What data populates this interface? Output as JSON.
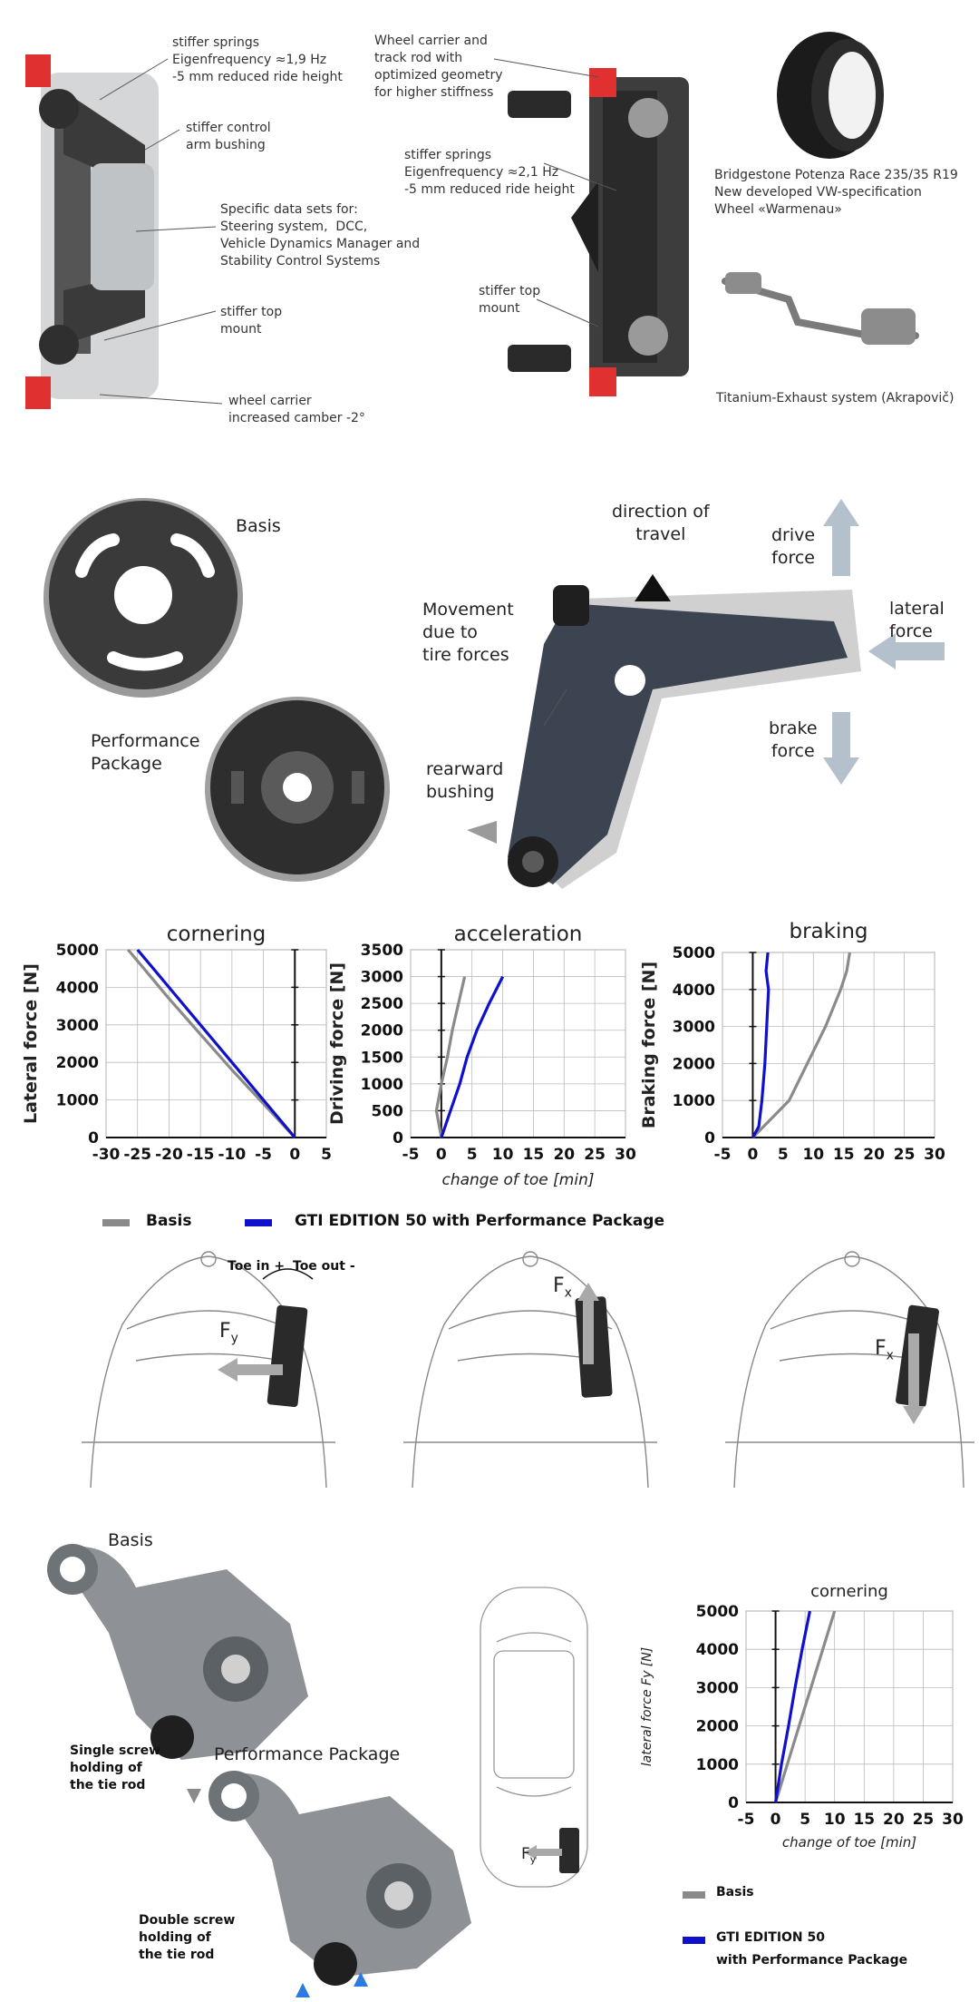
{
  "section1": {
    "front_axle": {
      "labels": [
        "stiffer springs\nEigenfrequency ≈1,9 Hz\n-5 mm reduced ride height",
        "stiffer control\narm bushing",
        "Specific data sets for:\nSteering system,  DCC,\nVehicle Dynamics Manager and\nStability Control Systems",
        "stiffer top\nmount",
        "wheel carrier\nincreased camber -2°"
      ]
    },
    "rear_axle": {
      "labels": [
        "Wheel carrier and\ntrack rod with\noptimized geometry\nfor higher stiffness",
        "stiffer springs\nEigenfrequency ≈2,1 Hz\n-5 mm reduced ride height",
        "stiffer top\nmount"
      ]
    },
    "tire_caption": "Bridgestone Potenza Race 235/35 R19\nNew developed VW-specification\nWheel «Warmenau»",
    "exhaust_caption": "Titanium-Exhaust system (Akrapovič)"
  },
  "section2": {
    "bushing_basis": "Basis",
    "bushing_perf": "Performance\nPackage",
    "direction": "direction of\ntravel",
    "drive_force": "drive\nforce",
    "lateral_force": "lateral\nforce",
    "brake_force": "brake\nforce",
    "movement": "Movement\ndue to\ntire forces",
    "rearward_bushing": "rearward\nbushing"
  },
  "chart_data": [
    {
      "type": "line",
      "title": "cornering",
      "xlabel": "",
      "ylabel": "Lateral force [N]",
      "xlim": [
        -30,
        5
      ],
      "ylim": [
        0,
        5000
      ],
      "xticks": [
        -30,
        -25,
        -20,
        -15,
        -10,
        -5,
        0,
        5
      ],
      "yticks": [
        0,
        1000,
        2000,
        3000,
        4000,
        5000
      ],
      "series": [
        {
          "name": "Basis",
          "color": "#8a8a8a",
          "points": [
            [
              0,
              0
            ],
            [
              -5,
              900
            ],
            [
              -10,
              1800
            ],
            [
              -15,
              2750
            ],
            [
              -20,
              3700
            ],
            [
              -24,
              4500
            ],
            [
              -26.5,
              5000
            ]
          ]
        },
        {
          "name": "GTI EDITION 50 with Performance Package",
          "color": "#1010cc",
          "points": [
            [
              0,
              0
            ],
            [
              -5,
              1000
            ],
            [
              -10,
              2000
            ],
            [
              -15,
              3000
            ],
            [
              -20,
              4000
            ],
            [
              -22.5,
              4500
            ],
            [
              -25,
              5000
            ]
          ]
        }
      ]
    },
    {
      "type": "line",
      "title": "acceleration",
      "xlabel": "change of toe [min]",
      "ylabel": "Driving force [N]",
      "xlim": [
        -5,
        30
      ],
      "ylim": [
        0,
        3500
      ],
      "xticks": [
        -5,
        0,
        5,
        10,
        15,
        20,
        25,
        30
      ],
      "yticks": [
        0,
        500,
        1000,
        1500,
        2000,
        2500,
        3000,
        3500
      ],
      "series": [
        {
          "name": "Basis",
          "color": "#8a8a8a",
          "points": [
            [
              0,
              0
            ],
            [
              -0.8,
              500
            ],
            [
              0,
              1000
            ],
            [
              1,
              1500
            ],
            [
              1.8,
              2000
            ],
            [
              2.8,
              2500
            ],
            [
              3.8,
              3000
            ]
          ]
        },
        {
          "name": "GTI EDITION 50 with Performance Package",
          "color": "#1010cc",
          "points": [
            [
              0,
              0
            ],
            [
              1.5,
              500
            ],
            [
              3,
              1000
            ],
            [
              4.2,
              1500
            ],
            [
              5.8,
              2000
            ],
            [
              7.8,
              2500
            ],
            [
              10,
              3000
            ]
          ]
        }
      ]
    },
    {
      "type": "line",
      "title": "braking",
      "xlabel": "",
      "ylabel": "Braking force [N]",
      "xlim": [
        -5,
        30
      ],
      "ylim": [
        0,
        5000
      ],
      "xticks": [
        -5,
        0,
        5,
        10,
        15,
        20,
        25,
        30
      ],
      "yticks": [
        0,
        1000,
        2000,
        3000,
        4000,
        5000
      ],
      "series": [
        {
          "name": "Basis",
          "color": "#8a8a8a",
          "points": [
            [
              0,
              0
            ],
            [
              3,
              500
            ],
            [
              6,
              1000
            ],
            [
              9,
              2000
            ],
            [
              12,
              3000
            ],
            [
              14.5,
              4000
            ],
            [
              15.5,
              4500
            ],
            [
              16,
              5000
            ]
          ]
        },
        {
          "name": "GTI EDITION 50 with Performance Package",
          "color": "#1010cc",
          "points": [
            [
              0,
              0
            ],
            [
              1,
              300
            ],
            [
              1.5,
              1000
            ],
            [
              2,
              2000
            ],
            [
              2.3,
              3000
            ],
            [
              2.6,
              4000
            ],
            [
              2.2,
              4500
            ],
            [
              2.5,
              5000
            ]
          ]
        }
      ]
    },
    {
      "type": "line",
      "title": "cornering",
      "xlabel": "change of toe [min]",
      "ylabel": "lateral force Fy [N]",
      "xlim": [
        -5,
        30
      ],
      "ylim": [
        0,
        5000
      ],
      "xticks": [
        -5,
        0,
        5,
        10,
        15,
        20,
        25,
        30
      ],
      "yticks": [
        0,
        1000,
        2000,
        3000,
        4000,
        5000
      ],
      "series": [
        {
          "name": "Basis",
          "color": "#8a8a8a",
          "points": [
            [
              0,
              0
            ],
            [
              2,
              1000
            ],
            [
              4,
              2000
            ],
            [
              6,
              3000
            ],
            [
              8,
              4000
            ],
            [
              10,
              5000
            ]
          ]
        },
        {
          "name": "GTI EDITION 50 with Performance Package",
          "color": "#1010cc",
          "points": [
            [
              0,
              0
            ],
            [
              1,
              1000
            ],
            [
              2.2,
              2000
            ],
            [
              3.3,
              3000
            ],
            [
              4.5,
              4000
            ],
            [
              5.8,
              5000
            ]
          ]
        }
      ]
    }
  ],
  "legend": {
    "basis": "Basis",
    "gti": "GTI EDITION 50 with Performance Package",
    "gti_line1": "GTI EDITION 50",
    "gti_line2": "with Performance Package",
    "basis_color": "#8a8a8a",
    "gti_color": "#1010cc"
  },
  "toe_diagrams": {
    "toe_in": "Toe in +",
    "toe_out": "Toe out -",
    "fy": "F",
    "fy_sub": "y",
    "fx": "F",
    "fx_sub": "x"
  },
  "section4": {
    "basis": "Basis",
    "perf": "Performance Package",
    "single_screw": "Single screw\nholding of\nthe tie rod",
    "double_screw": "Double screw\nholding of\nthe tie rod"
  }
}
